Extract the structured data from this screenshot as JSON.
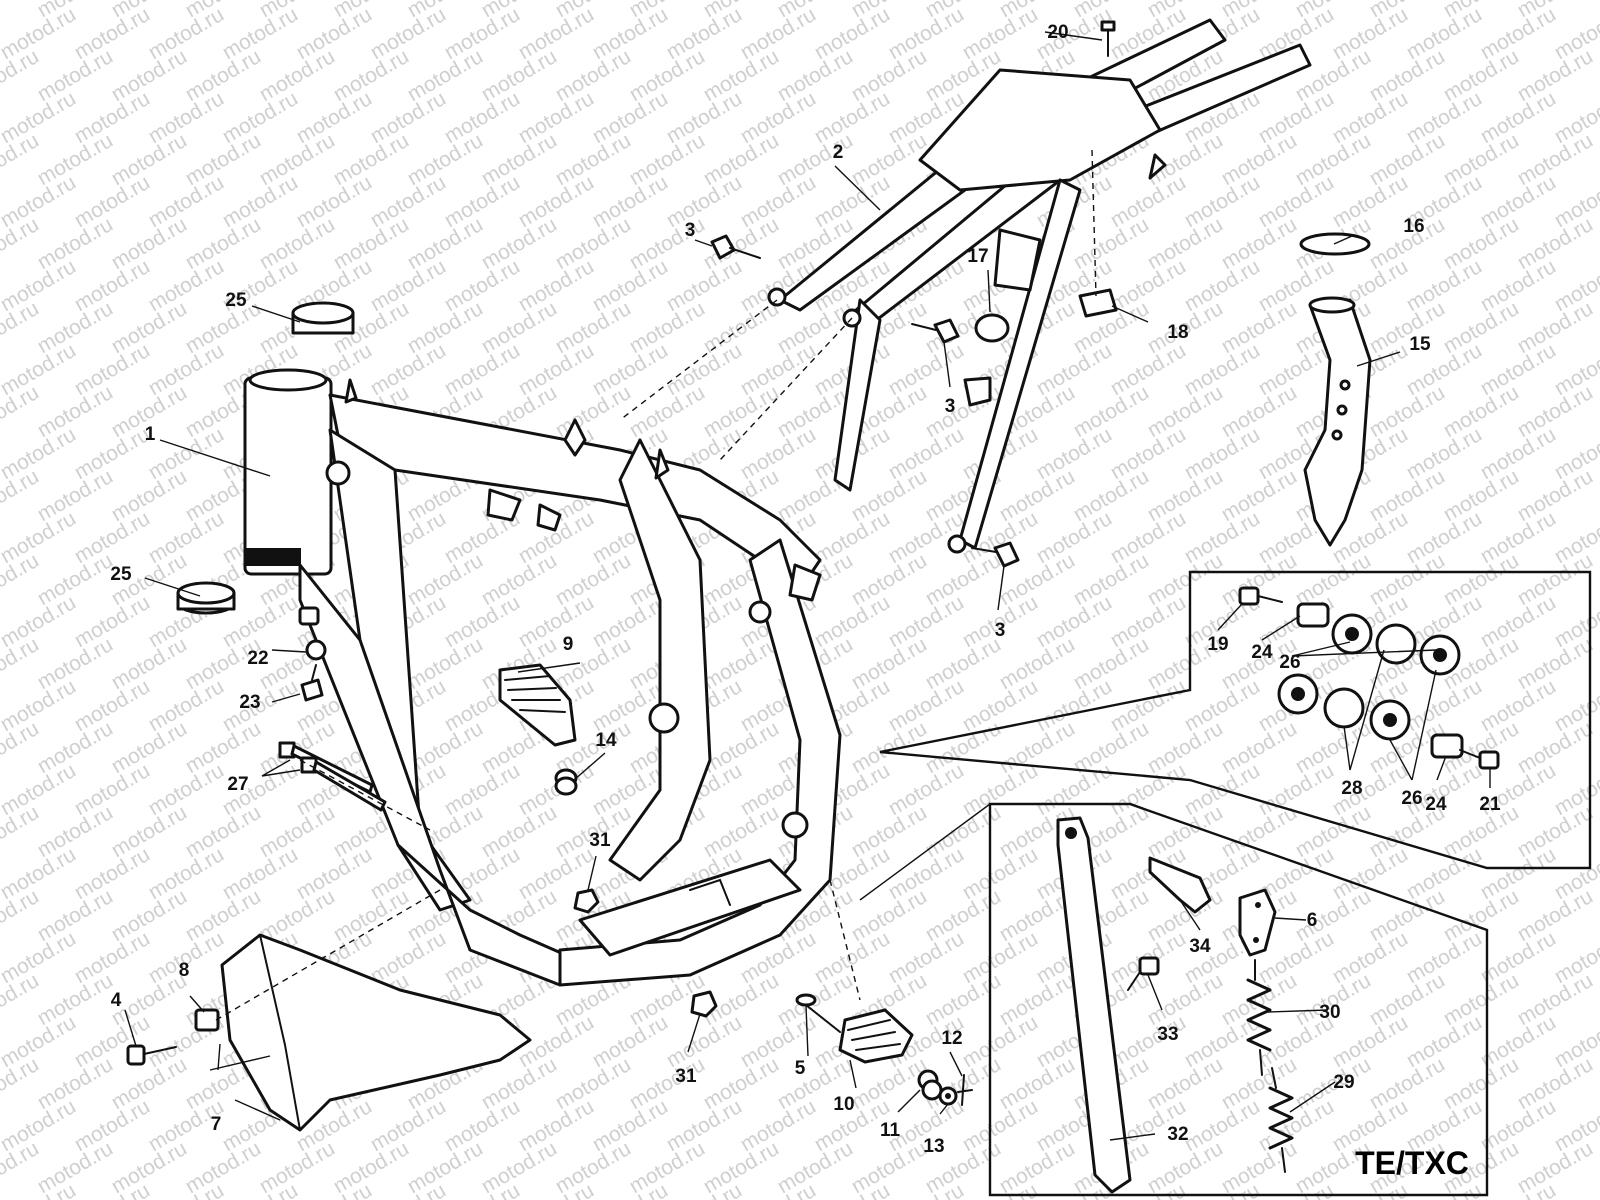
{
  "watermark": "motod.ru",
  "model_tag": "TE/TXC",
  "callouts": {
    "c1": "1",
    "c2": "2",
    "c3a": "3",
    "c3b": "3",
    "c3c": "3",
    "c4": "4",
    "c5": "5",
    "c6": "6",
    "c7": "7",
    "c8": "8",
    "c9": "9",
    "c10": "10",
    "c11": "11",
    "c12": "12",
    "c13": "13",
    "c14": "14",
    "c15": "15",
    "c16": "16",
    "c17": "17",
    "c18": "18",
    "c19": "19",
    "c20": "20",
    "c21": "21",
    "c22": "22",
    "c23": "23",
    "c24a": "24",
    "c24b": "24",
    "c25a": "25",
    "c25b": "25",
    "c26a": "26",
    "c26b": "26",
    "c27": "27",
    "c28": "28",
    "c29": "29",
    "c30": "30",
    "c31a": "31",
    "c31b": "31",
    "c32": "32",
    "c33": "33",
    "c34": "34"
  }
}
